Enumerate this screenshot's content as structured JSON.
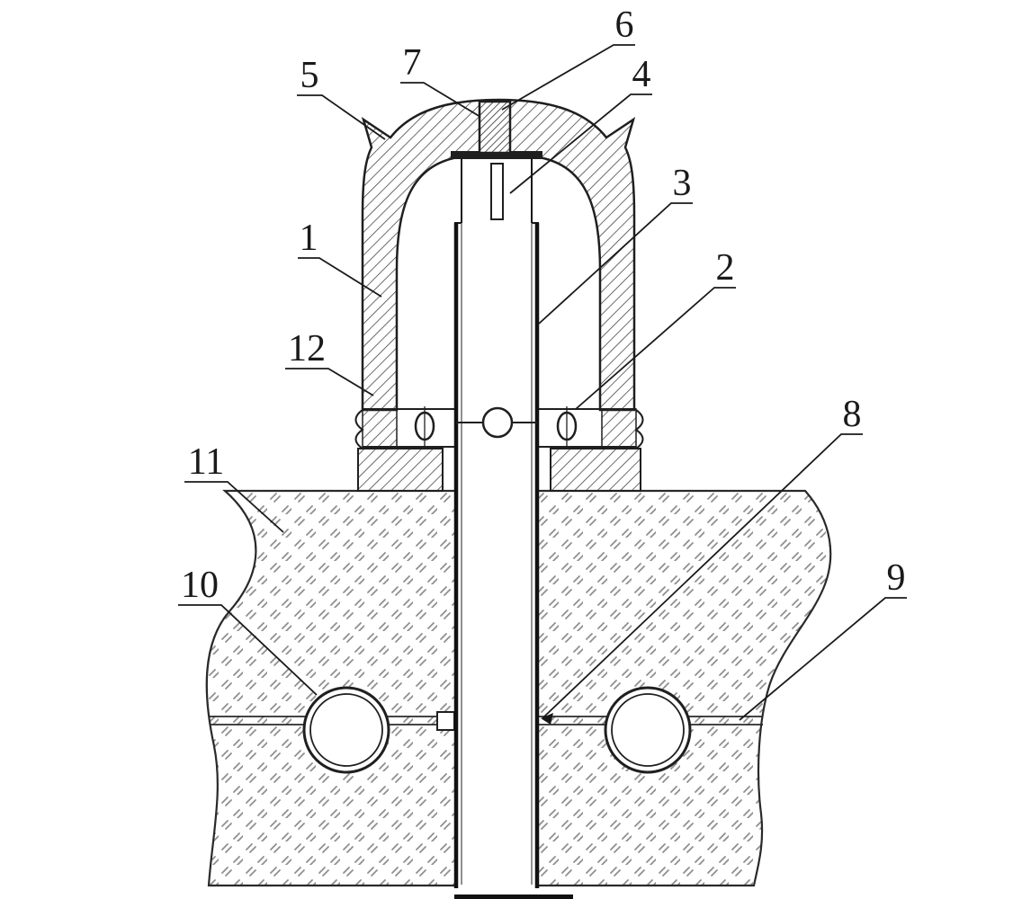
{
  "figure": {
    "type": "patent-cross-section-diagram",
    "background_color": "#ffffff",
    "line_color": "#1f1f1f",
    "hatch_color": "#3c3c3c",
    "soil_mark_color": "#8f8f8f"
  },
  "labels": [
    {
      "ref": "1"
    },
    {
      "ref": "2"
    },
    {
      "ref": "3"
    },
    {
      "ref": "4"
    },
    {
      "ref": "5"
    },
    {
      "ref": "6"
    },
    {
      "ref": "7"
    },
    {
      "ref": "8"
    },
    {
      "ref": "9"
    },
    {
      "ref": "10"
    },
    {
      "ref": "11"
    },
    {
      "ref": "12"
    }
  ]
}
